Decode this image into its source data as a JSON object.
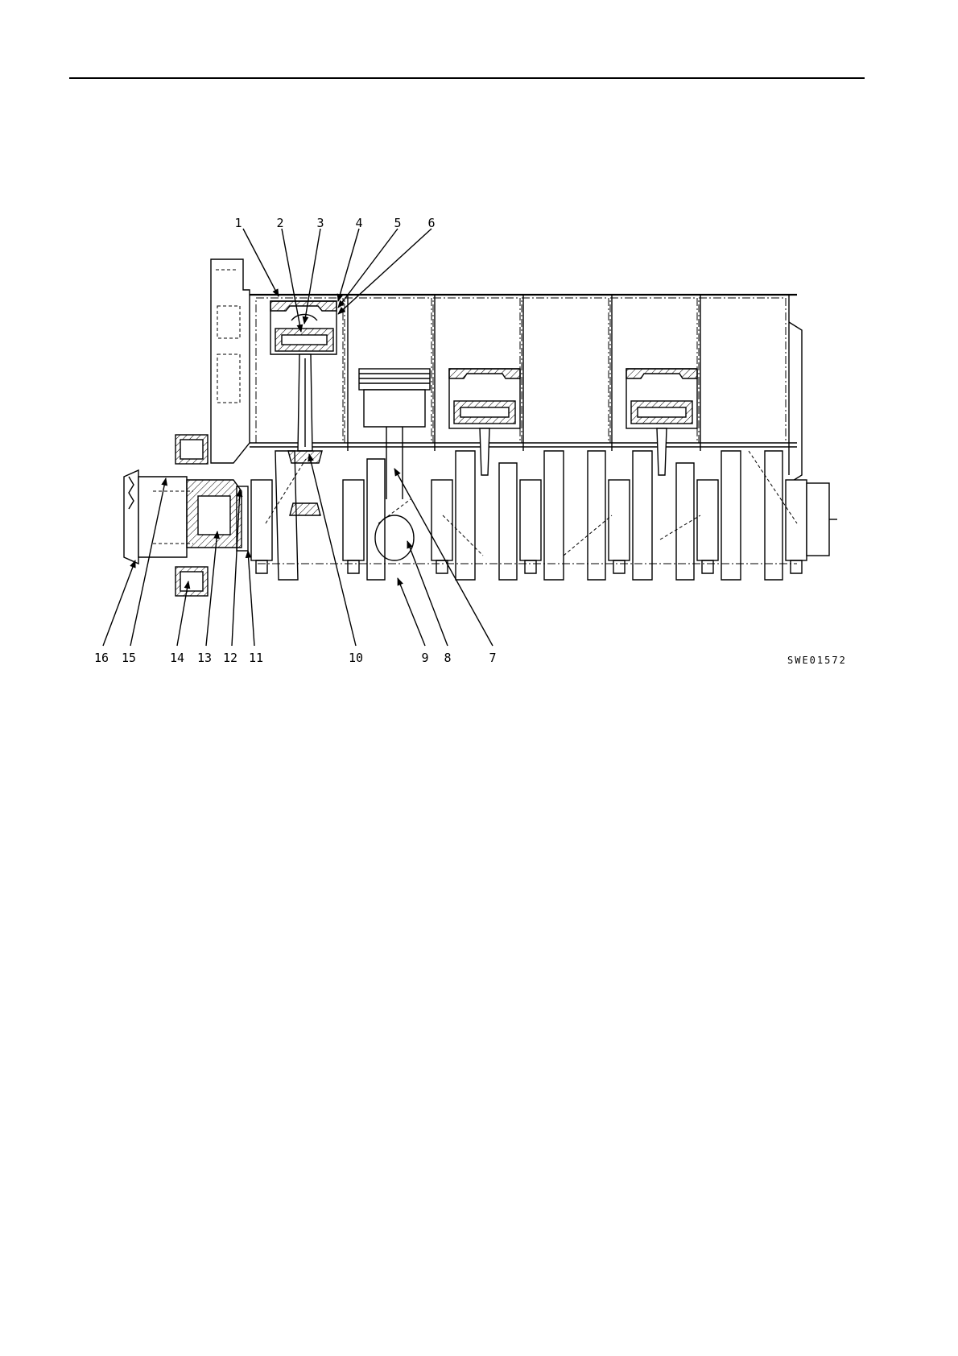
{
  "figure": {
    "drawing_code": "SWE01572",
    "callouts": [
      "1",
      "2",
      "3",
      "4",
      "5",
      "6",
      "7",
      "8",
      "9",
      "10",
      "11",
      "12",
      "13",
      "14",
      "15",
      "16"
    ]
  }
}
